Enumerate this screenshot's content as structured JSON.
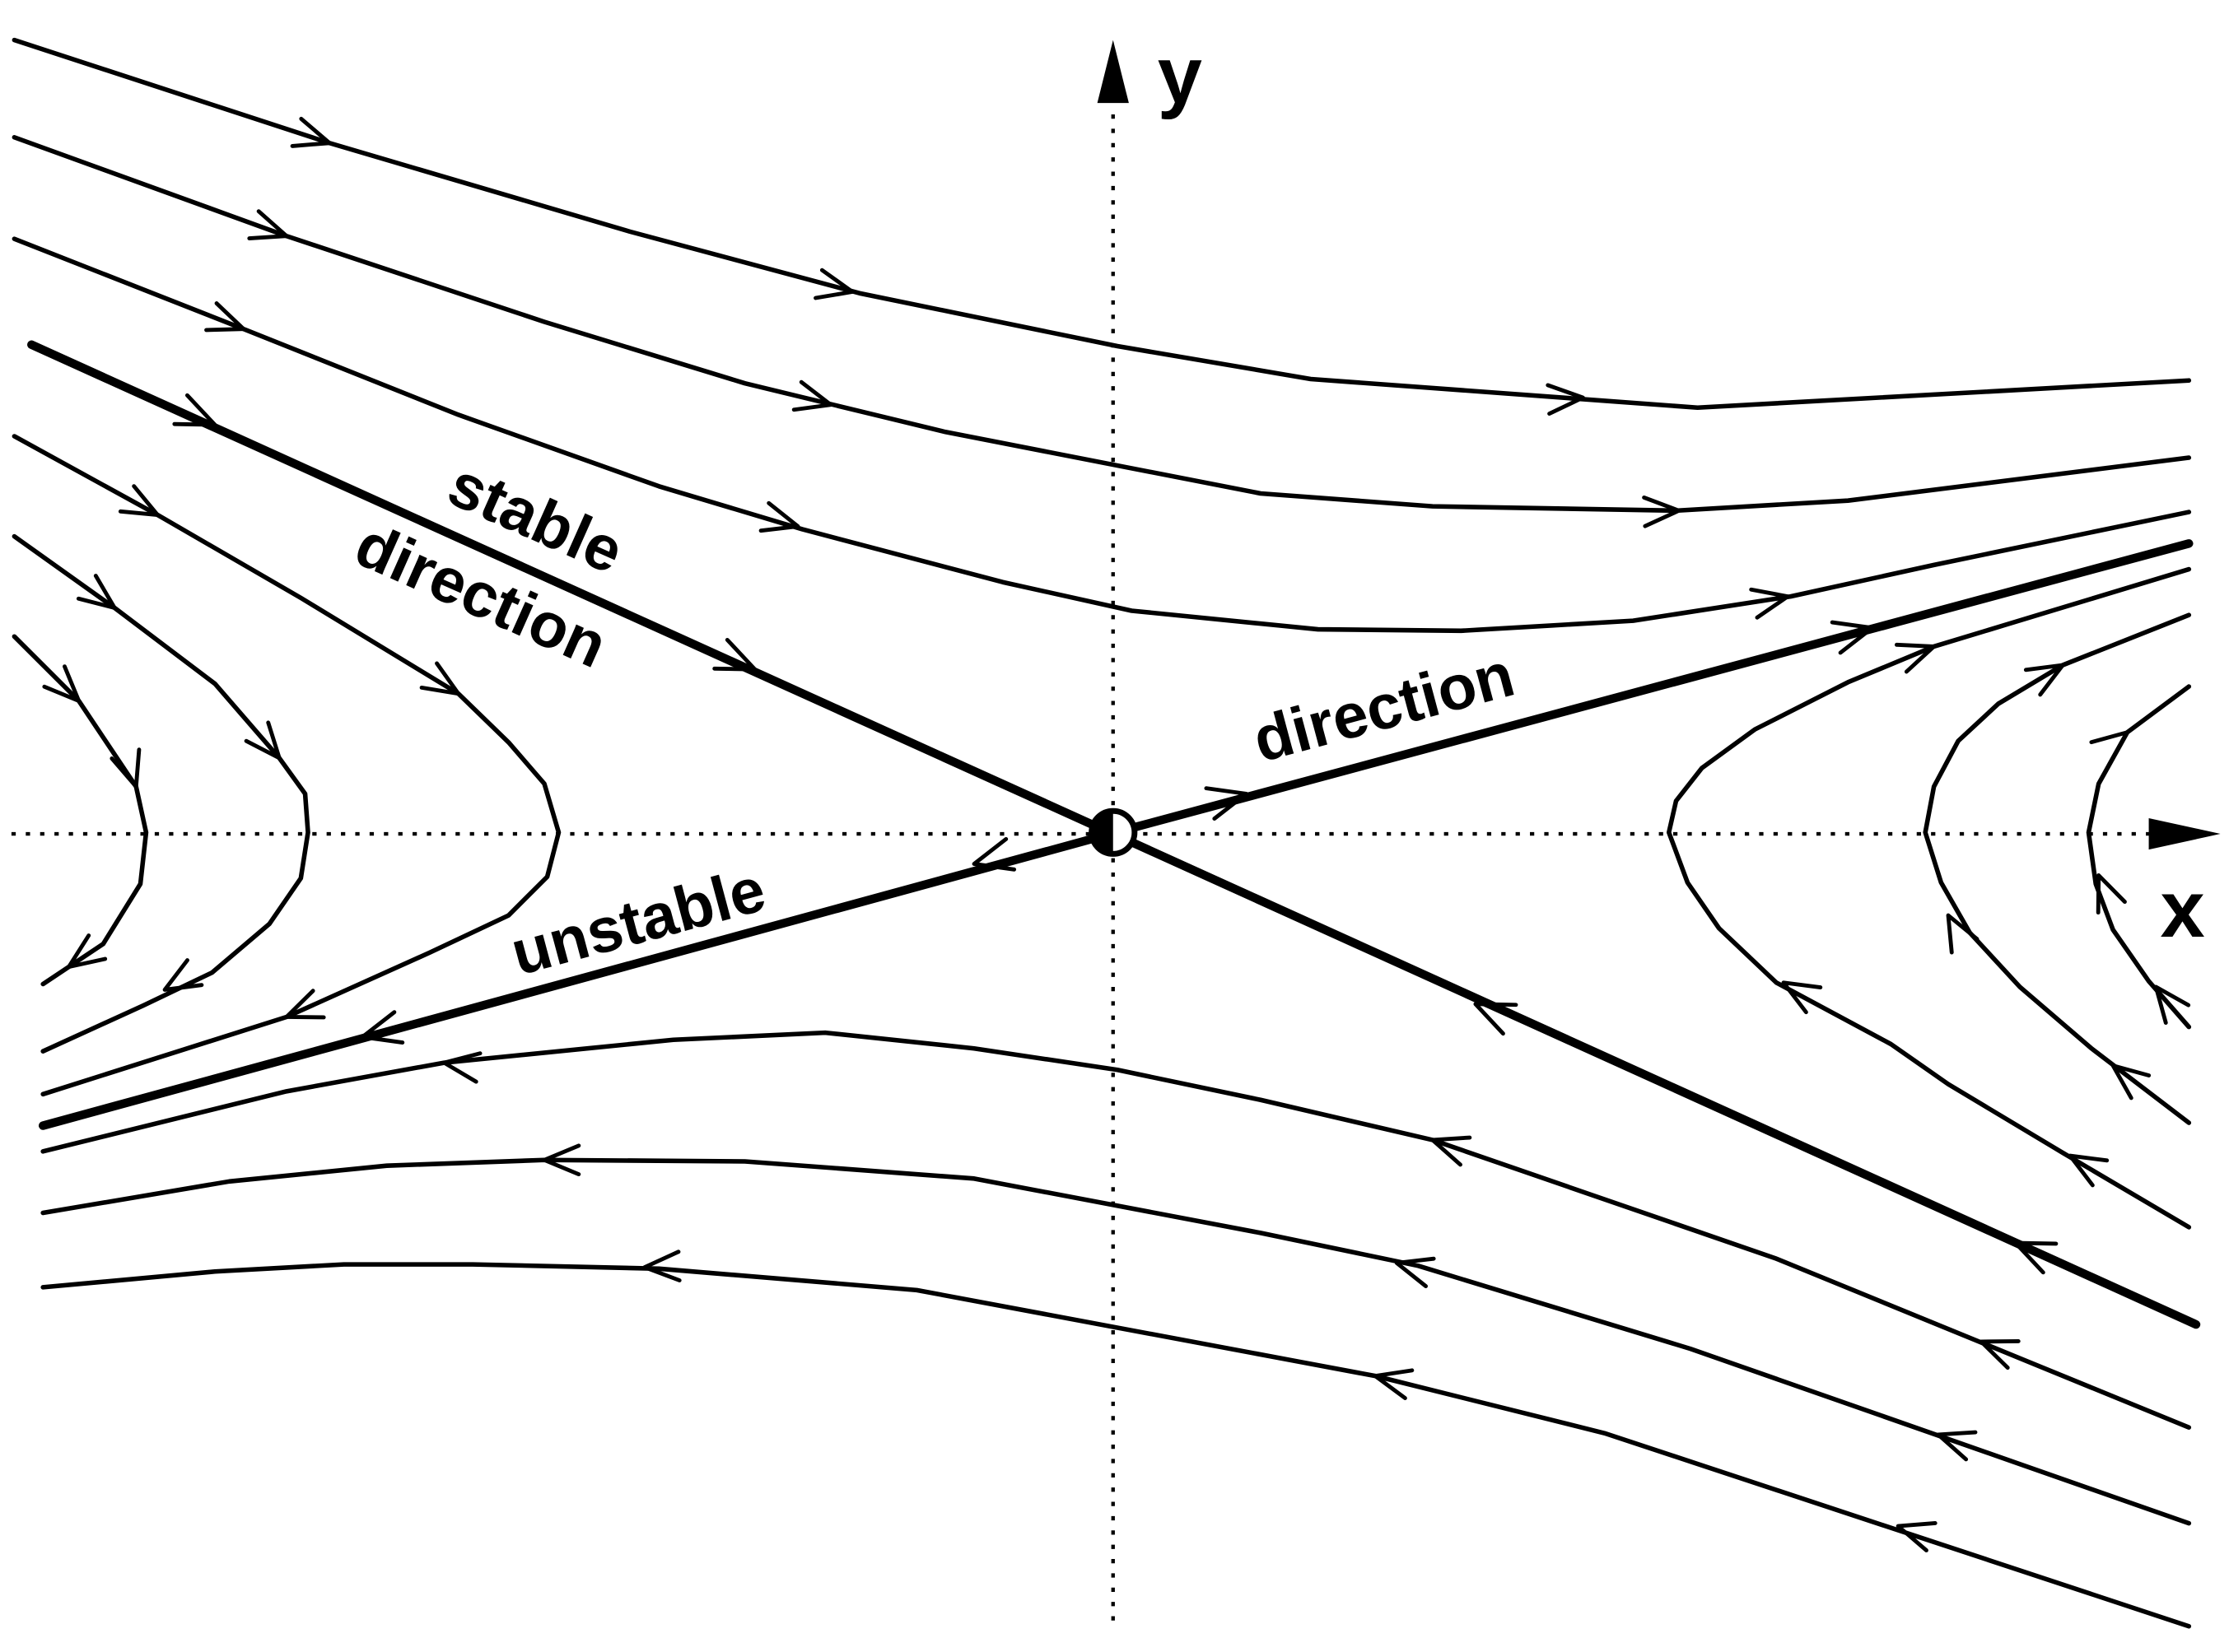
{
  "labels": {
    "y_axis": "y",
    "x_axis": "x",
    "stable_1": "stable",
    "stable_2": "direction",
    "unstable_1": "unstable",
    "unstable_2": "direction"
  },
  "colors": {
    "ink": "#000000",
    "background": "#ffffff"
  },
  "fixed_point": {
    "type": "saddle",
    "marker": "half-filled circle"
  }
}
